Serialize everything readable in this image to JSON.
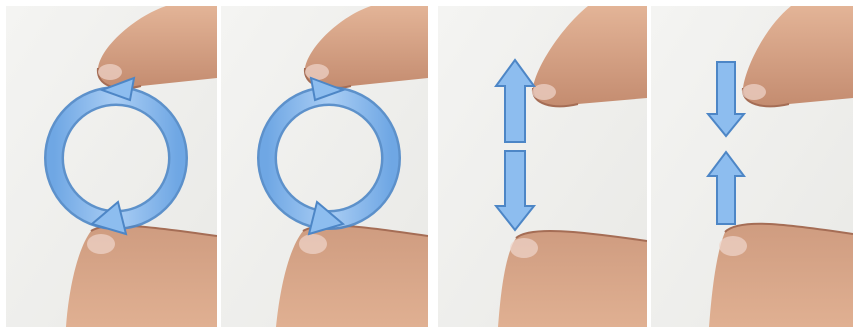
{
  "figure": {
    "panels": [
      {
        "gesture": "rotate-counterclockwise",
        "icon": "circular-arrows-icon"
      },
      {
        "gesture": "rotate-clockwise",
        "icon": "circular-arrows-icon"
      },
      {
        "gesture": "pinch-spread-vertical",
        "icon": "arrows-apart-icon"
      },
      {
        "gesture": "pinch-squeeze-vertical",
        "icon": "arrows-together-icon"
      }
    ],
    "colors": {
      "background": "#f2f2f0",
      "arrow_fill": "#7fb2e8",
      "arrow_stroke": "#4d86c6",
      "skin": "#d8a486",
      "skin_shadow": "#b57e64",
      "nail": "#f0d6cc"
    }
  }
}
